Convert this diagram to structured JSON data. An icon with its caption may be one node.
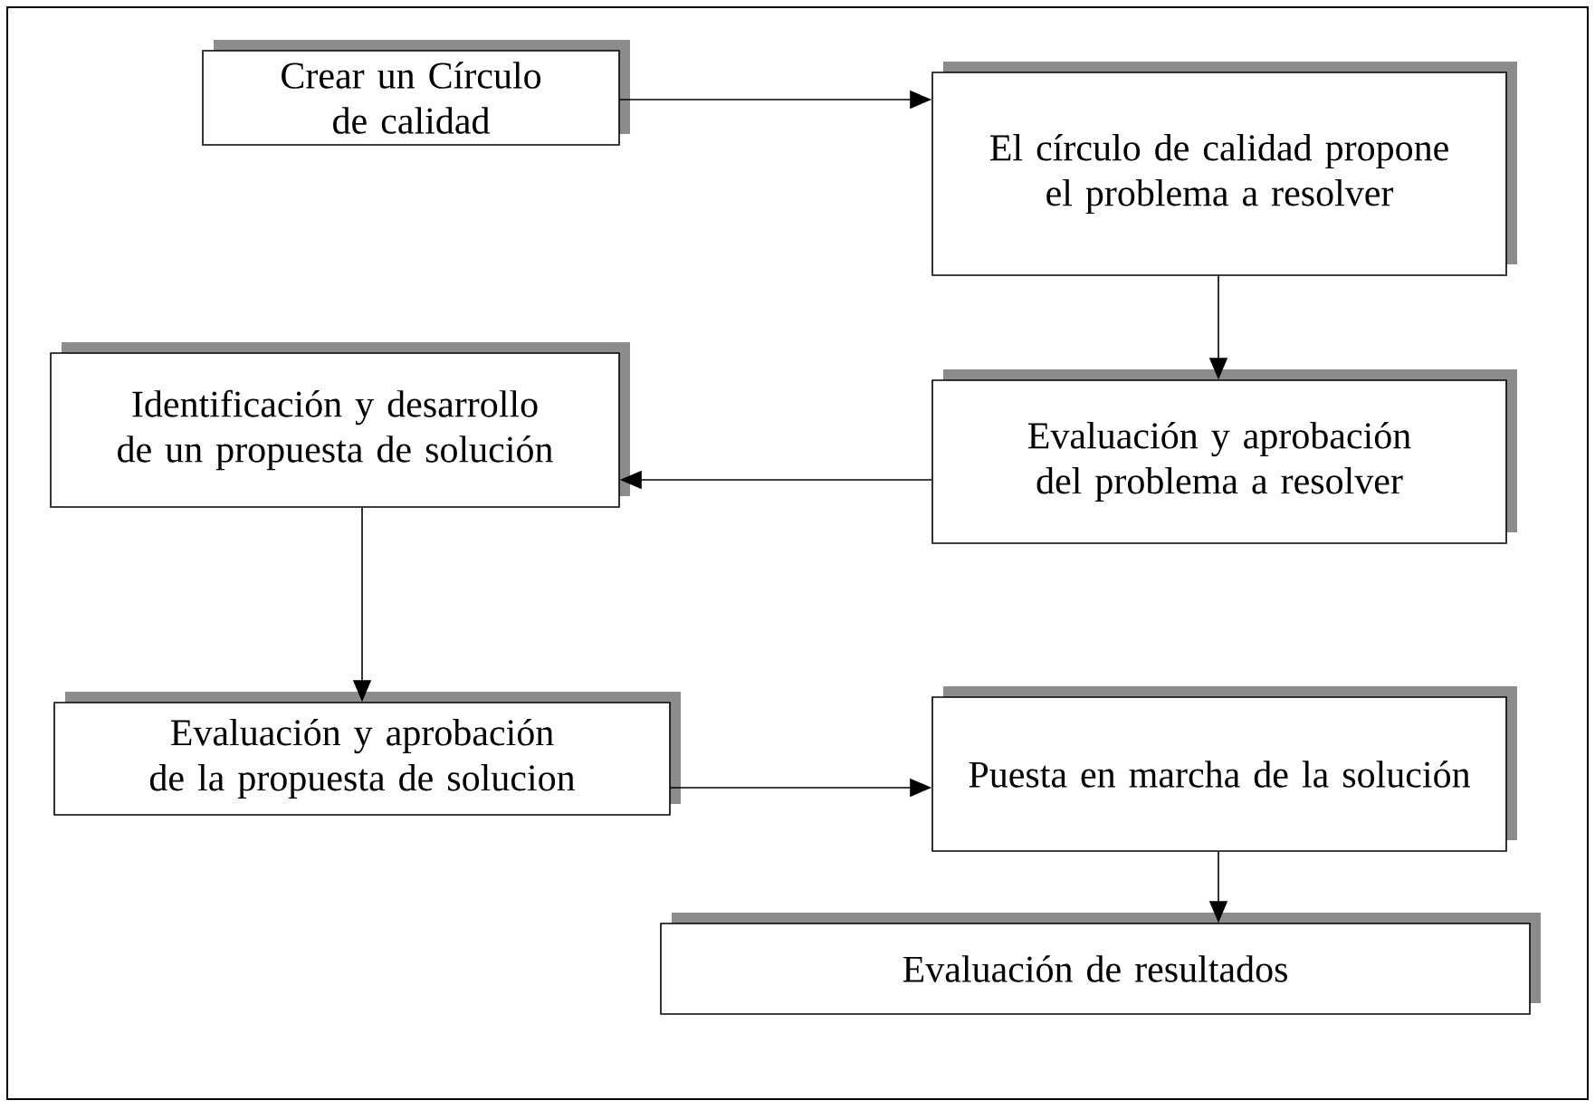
{
  "diagram": {
    "nodes": [
      {
        "text": [
          "Crear un Círculo de calidad"
        ]
      },
      {
        "text": [
          "El círculo de calidad propone el problema a resolver"
        ]
      },
      {
        "text": [
          "Evaluación y aprobación del problema a resolver"
        ]
      },
      {
        "text": [
          "Identificación y desarrollo de un propuesta de solución"
        ]
      },
      {
        "text": [
          "Evaluación y aprobación de la propuesta de solucion"
        ]
      },
      {
        "text": [
          "Puesta en marcha de la solución"
        ]
      },
      {
        "text": [
          "Evaluación de resultados"
        ]
      }
    ],
    "edges": [
      {
        "from": 0,
        "to": 1,
        "arrow": "to"
      },
      {
        "from": 1,
        "to": 2,
        "arrow": "to"
      },
      {
        "from": 2,
        "to": 3,
        "arrow": "to"
      },
      {
        "from": 3,
        "to": 4,
        "arrow": "to"
      },
      {
        "from": 4,
        "to": 5,
        "arrow": "to"
      },
      {
        "from": 5,
        "to": 6,
        "arrow": "to"
      }
    ]
  }
}
